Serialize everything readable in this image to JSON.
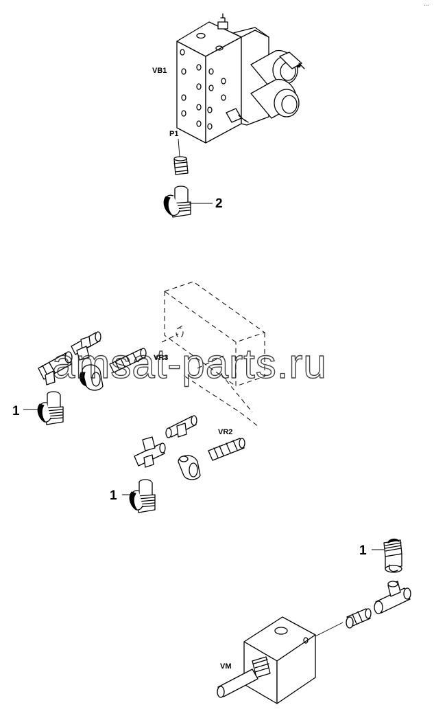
{
  "diagram": {
    "labels": {
      "vb1": "VB1",
      "p1": "P1",
      "vr3": "VR3",
      "vr2": "VR2",
      "vm": "VM"
    },
    "callouts": {
      "top": "2",
      "mid_left": "1",
      "mid_center": "1",
      "bottom_right": "1"
    },
    "watermark": "amsat-parts.ru",
    "corner_mark": "..."
  }
}
